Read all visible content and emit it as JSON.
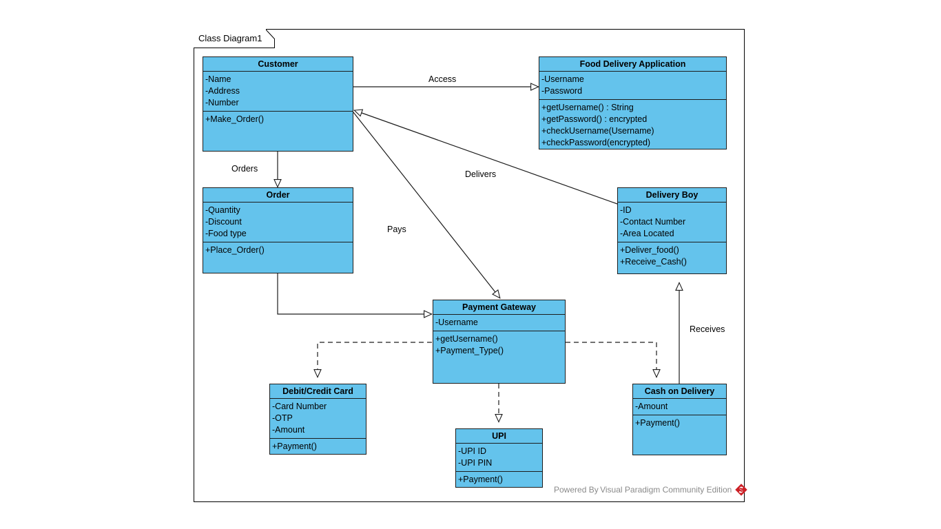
{
  "diagram": {
    "tab_label": "Class Diagram1",
    "accent_fill": "#64c3ec",
    "border_color": "#1c1c1c",
    "background": "#ffffff"
  },
  "classes": [
    {
      "id": "customer",
      "name": "Customer",
      "attributes": [
        "-Name",
        "-Address",
        "-Number"
      ],
      "operations": [
        "+Make_Order()"
      ]
    },
    {
      "id": "food-delivery-application",
      "name": "Food Delivery Application",
      "attributes": [
        "-Username",
        "-Password"
      ],
      "operations": [
        "+getUsername() : String",
        "+getPassword() : encrypted",
        "+checkUsername(Username)",
        "+checkPassword(encrypted)"
      ]
    },
    {
      "id": "order",
      "name": "Order",
      "attributes": [
        "-Quantity",
        "-Discount",
        "-Food type"
      ],
      "operations": [
        "+Place_Order()"
      ]
    },
    {
      "id": "delivery-boy",
      "name": "Delivery Boy",
      "attributes": [
        "-ID",
        "-Contact Number",
        "-Area Located"
      ],
      "operations": [
        "+Deliver_food()",
        "+Receive_Cash()"
      ]
    },
    {
      "id": "payment-gateway",
      "name": "Payment Gateway",
      "attributes": [
        "-Username"
      ],
      "operations": [
        "+getUsername()",
        "+Payment_Type()"
      ]
    },
    {
      "id": "debit-credit-card",
      "name": "Debit/Credit Card",
      "attributes": [
        "-Card Number",
        "-OTP",
        "-Amount"
      ],
      "operations": [
        "+Payment()"
      ]
    },
    {
      "id": "upi",
      "name": "UPI",
      "attributes": [
        "-UPI ID",
        "-UPI PIN"
      ],
      "operations": [
        "+Payment()"
      ]
    },
    {
      "id": "cash-on-delivery",
      "name": "Cash on Delivery",
      "attributes": [
        "-Amount"
      ],
      "operations": [
        "+Payment()"
      ]
    }
  ],
  "relationships": [
    {
      "id": "access",
      "label": "Access",
      "from": "customer",
      "to": "food-delivery-application",
      "style": "solid"
    },
    {
      "id": "orders",
      "label": "Orders",
      "from": "customer",
      "to": "order",
      "style": "solid"
    },
    {
      "id": "pays",
      "label": "Pays",
      "from": "customer",
      "to": "payment-gateway",
      "style": "solid"
    },
    {
      "id": "delivers",
      "label": "Delivers",
      "from": "delivery-boy",
      "to": "customer",
      "style": "solid"
    },
    {
      "id": "receives",
      "label": "Receives",
      "from": "cash-on-delivery",
      "to": "delivery-boy",
      "style": "solid"
    },
    {
      "id": "order-pays",
      "label": "",
      "from": "order",
      "to": "payment-gateway",
      "style": "solid"
    },
    {
      "id": "pg-card",
      "label": "",
      "from": "payment-gateway",
      "to": "debit-credit-card",
      "style": "dashed"
    },
    {
      "id": "pg-upi",
      "label": "",
      "from": "payment-gateway",
      "to": "upi",
      "style": "dashed"
    },
    {
      "id": "pg-cod",
      "label": "",
      "from": "payment-gateway",
      "to": "cash-on-delivery",
      "style": "dashed"
    }
  ],
  "watermark": {
    "text": "Powered By Visual Paradigm Community Edition",
    "logo_color": "#cc2026"
  }
}
